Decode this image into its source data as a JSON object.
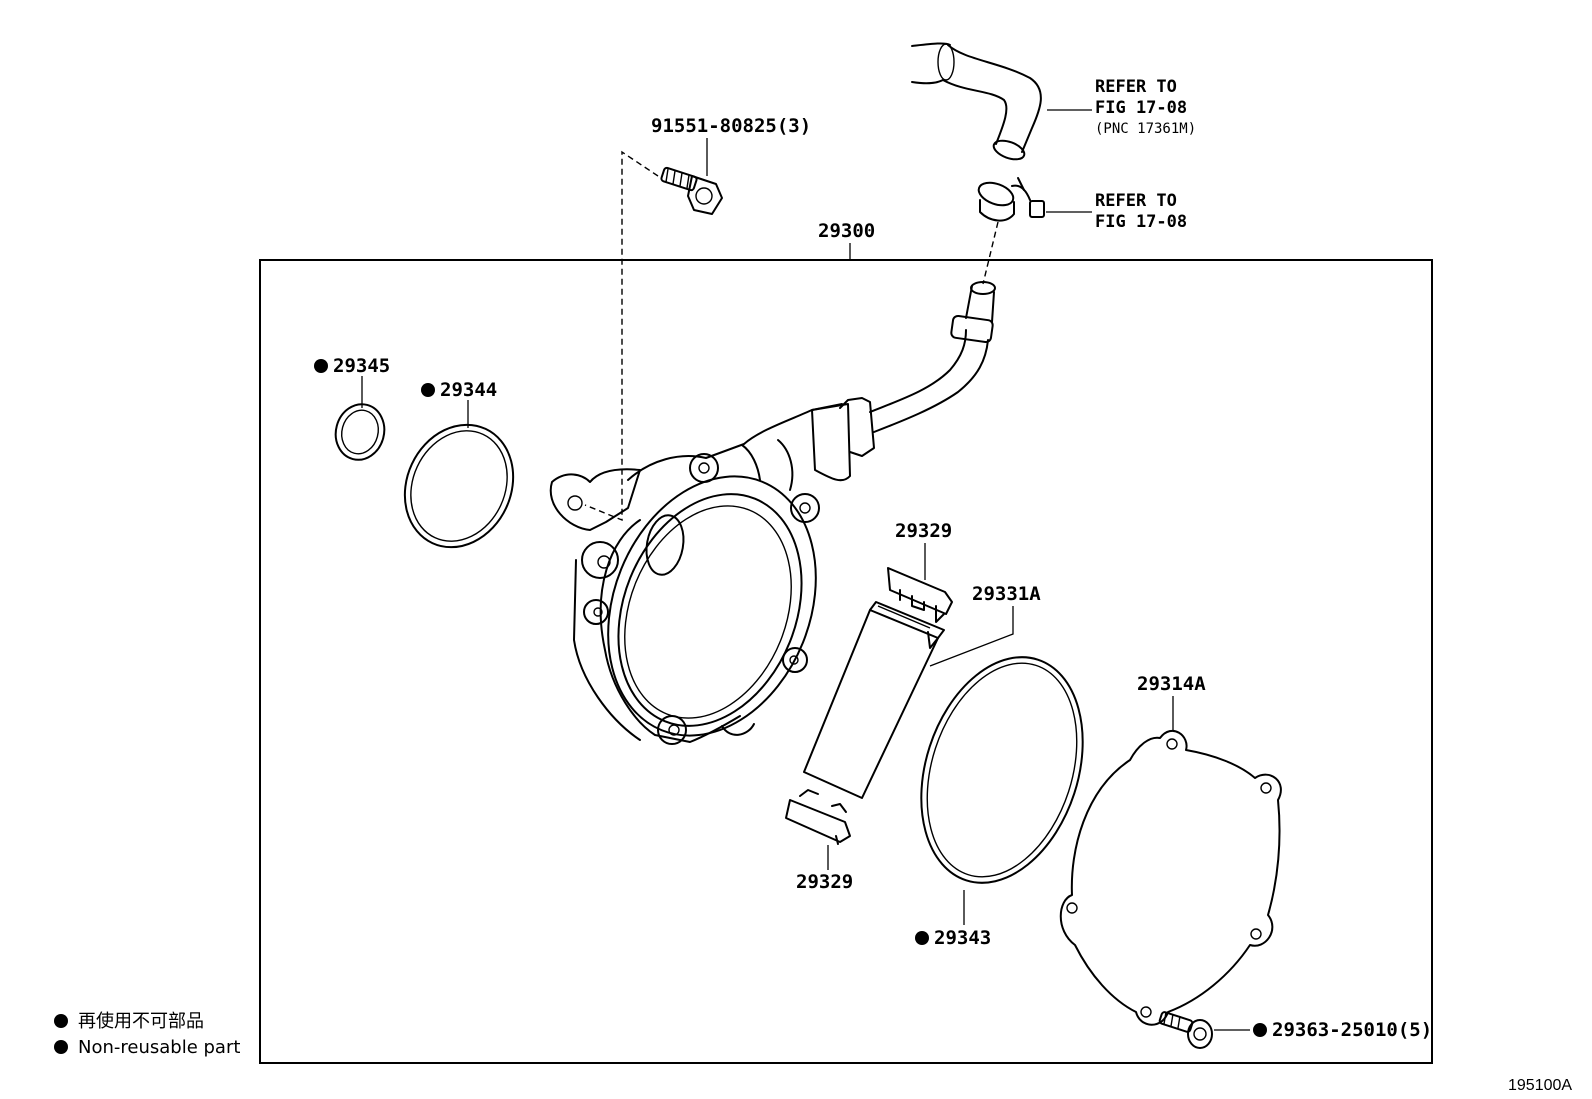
{
  "figure_id": "195100A",
  "assembly": {
    "part_number": "29300"
  },
  "parts": [
    {
      "key": "bolt",
      "label": "91551-80825(3)",
      "non_reusable": false
    },
    {
      "key": "o-ring-small",
      "label": "29345",
      "non_reusable": true
    },
    {
      "key": "o-ring-large",
      "label": "29344",
      "non_reusable": true
    },
    {
      "key": "vane-top",
      "label": "29329",
      "non_reusable": false
    },
    {
      "key": "rotor",
      "label": "29331A",
      "non_reusable": false
    },
    {
      "key": "vane-bottom",
      "label": "29329",
      "non_reusable": false
    },
    {
      "key": "cover-gasket",
      "label": "29343",
      "non_reusable": true
    },
    {
      "key": "cover-plate",
      "label": "29314A",
      "non_reusable": false
    },
    {
      "key": "cover-screw",
      "label": "29363-25010(5)",
      "non_reusable": true
    }
  ],
  "references": {
    "hose": {
      "line1": "REFER TO",
      "line2": "FIG 17-08",
      "line3": "(PNC 17361M)"
    },
    "clamp": {
      "line1": "REFER TO",
      "line2": "FIG 17-08"
    }
  },
  "legend": {
    "japanese": "再使用不可部品",
    "english": "Non-reusable part"
  }
}
